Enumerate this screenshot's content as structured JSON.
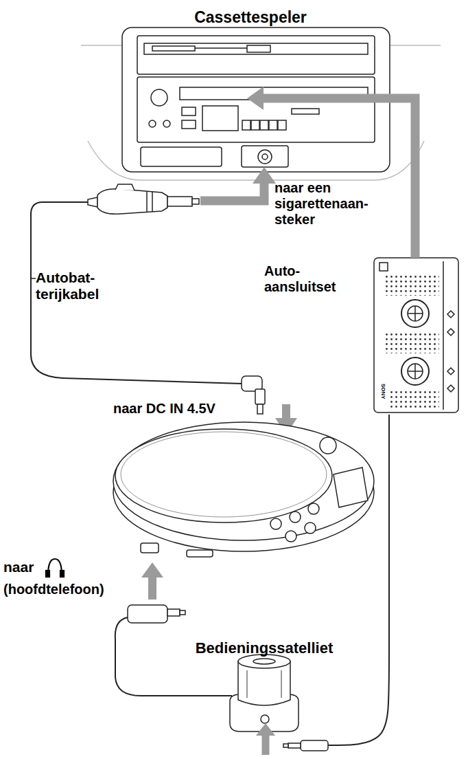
{
  "diagram": {
    "nodes": [
      {
        "text": [
          "Cassettespeler"
        ]
      },
      {
        "text": [
          "Autobat- terijkabel"
        ]
      },
      {
        "text": [
          "Auto- aansluitset"
        ]
      },
      {
        "text": [
          "Bedieningssatelliet"
        ]
      }
    ],
    "edges": [
      {
        "from": 1,
        "to": 0,
        "arrow": "to",
        "label": "naar een sigarettenaan- steker"
      },
      {
        "from": 2,
        "to": 0,
        "arrow": "to"
      },
      {
        "from": 2,
        "to": 3,
        "arrow": "to"
      }
    ],
    "labels": [
      "naar DC IN 4.5V",
      "naar",
      "(hoofdtelefoon)",
      "SONY"
    ]
  }
}
